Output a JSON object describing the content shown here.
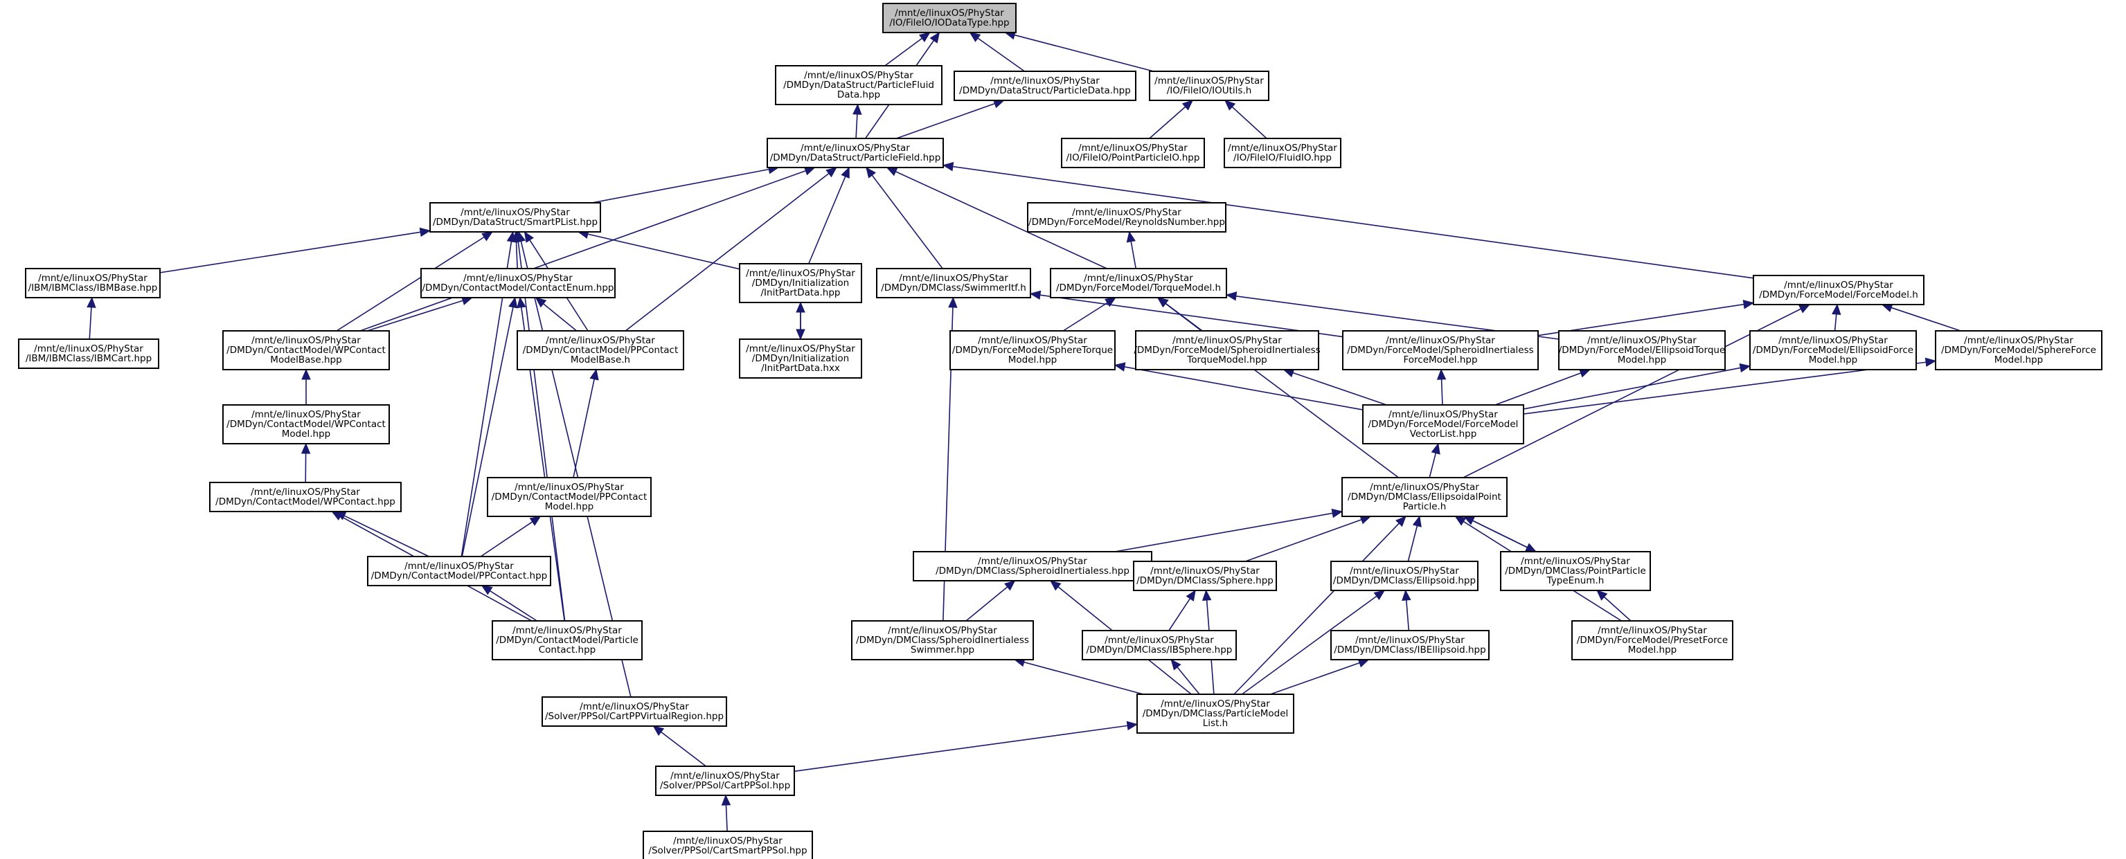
{
  "colors": {
    "edge": "#191970",
    "node_border": "#000000",
    "root_fill": "#bfbfbf",
    "node_fill": "#ffffff"
  },
  "nodes": [
    {
      "id": "iodatatype",
      "lines": [
        "/mnt/e/linuxOS/PhyStar",
        "/IO/FileIO/IODataType.hpp"
      ],
      "root": true
    },
    {
      "id": "particlefluiddata",
      "lines": [
        "/mnt/e/linuxOS/PhyStar",
        "/DMDyn/DataStruct/ParticleFluid",
        "Data.hpp"
      ]
    },
    {
      "id": "particledata",
      "lines": [
        "/mnt/e/linuxOS/PhyStar",
        "/DMDyn/DataStruct/ParticleData.hpp"
      ]
    },
    {
      "id": "ioutils",
      "lines": [
        "/mnt/e/linuxOS/PhyStar",
        "/IO/FileIO/IOUtils.h"
      ]
    },
    {
      "id": "particlefield",
      "lines": [
        "/mnt/e/linuxOS/PhyStar",
        "/DMDyn/DataStruct/ParticleField.hpp"
      ]
    },
    {
      "id": "pointparticleio",
      "lines": [
        "/mnt/e/linuxOS/PhyStar",
        "/IO/FileIO/PointParticleIO.hpp"
      ]
    },
    {
      "id": "fluidio",
      "lines": [
        "/mnt/e/linuxOS/PhyStar",
        "/IO/FileIO/FluidIO.hpp"
      ]
    },
    {
      "id": "smartplist",
      "lines": [
        "/mnt/e/linuxOS/PhyStar",
        "/DMDyn/DataStruct/SmartPList.hpp"
      ]
    },
    {
      "id": "reynoldsnumber",
      "lines": [
        "/mnt/e/linuxOS/PhyStar",
        "/DMDyn/ForceModel/ReynoldsNumber.hpp"
      ]
    },
    {
      "id": "ibmbase",
      "lines": [
        "/mnt/e/linuxOS/PhyStar",
        "/IBM/IBMClass/IBMBase.hpp"
      ]
    },
    {
      "id": "contactenum",
      "lines": [
        "/mnt/e/linuxOS/PhyStar",
        "/DMDyn/ContactModel/ContactEnum.hpp"
      ]
    },
    {
      "id": "initpartdata",
      "lines": [
        "/mnt/e/linuxOS/PhyStar",
        "/DMDyn/Initialization",
        "/InitPartData.hpp"
      ]
    },
    {
      "id": "swimmerif",
      "lines": [
        "/mnt/e/linuxOS/PhyStar",
        "/DMDyn/DMClass/SwimmerItf.h"
      ]
    },
    {
      "id": "torquemodel",
      "lines": [
        "/mnt/e/linuxOS/PhyStar",
        "/DMDyn/ForceModel/TorqueModel.h"
      ]
    },
    {
      "id": "forcemodel",
      "lines": [
        "/mnt/e/linuxOS/PhyStar",
        "/DMDyn/ForceModel/ForceModel.h"
      ]
    },
    {
      "id": "ibmcart",
      "lines": [
        "/mnt/e/linuxOS/PhyStar",
        "/IBM/IBMClass/IBMCart.hpp"
      ]
    },
    {
      "id": "wpcontactmodelbase",
      "lines": [
        "/mnt/e/linuxOS/PhyStar",
        "/DMDyn/ContactModel/WPContact",
        "ModelBase.hpp"
      ]
    },
    {
      "id": "ppcontactmodelbase",
      "lines": [
        "/mnt/e/linuxOS/PhyStar",
        "/DMDyn/ContactModel/PPContact",
        "ModelBase.h"
      ]
    },
    {
      "id": "initpartdatahxx",
      "lines": [
        "/mnt/e/linuxOS/PhyStar",
        "/DMDyn/Initialization",
        "/InitPartData.hxx"
      ]
    },
    {
      "id": "spheretorquemodel",
      "lines": [
        "/mnt/e/linuxOS/PhyStar",
        "/DMDyn/ForceModel/SphereTorque",
        "Model.hpp"
      ]
    },
    {
      "id": "spheroidinertialesstorque",
      "lines": [
        "/mnt/e/linuxOS/PhyStar",
        "/DMDyn/ForceModel/SpheroidInertialess",
        "TorqueModel.hpp"
      ]
    },
    {
      "id": "spheroidinertialessforce",
      "lines": [
        "/mnt/e/linuxOS/PhyStar",
        "/DMDyn/ForceModel/SpheroidInertialess",
        "ForceModel.hpp"
      ]
    },
    {
      "id": "ellipsoidtorquemodel",
      "lines": [
        "/mnt/e/linuxOS/PhyStar",
        "/DMDyn/ForceModel/EllipsoidTorque",
        "Model.hpp"
      ]
    },
    {
      "id": "ellipsoidforcemodel",
      "lines": [
        "/mnt/e/linuxOS/PhyStar",
        "/DMDyn/ForceModel/EllipsoidForce",
        "Model.hpp"
      ]
    },
    {
      "id": "sphereforcemodel",
      "lines": [
        "/mnt/e/linuxOS/PhyStar",
        "/DMDyn/ForceModel/SphereForce",
        "Model.hpp"
      ]
    },
    {
      "id": "wpcontactmodel",
      "lines": [
        "/mnt/e/linuxOS/PhyStar",
        "/DMDyn/ContactModel/WPContact",
        "Model.hpp"
      ]
    },
    {
      "id": "forcemodelvectorlist",
      "lines": [
        "/mnt/e/linuxOS/PhyStar",
        "/DMDyn/ForceModel/ForceModel",
        "VectorList.hpp"
      ]
    },
    {
      "id": "wpcontact",
      "lines": [
        "/mnt/e/linuxOS/PhyStar",
        "/DMDyn/ContactModel/WPContact.hpp"
      ]
    },
    {
      "id": "ppcontactmodel",
      "lines": [
        "/mnt/e/linuxOS/PhyStar",
        "/DMDyn/ContactModel/PPContact",
        "Model.hpp"
      ]
    },
    {
      "id": "ellipsoidalpointparticle",
      "lines": [
        "/mnt/e/linuxOS/PhyStar",
        "/DMDyn/DMClass/EllipsoidalPoint",
        "Particle.h"
      ]
    },
    {
      "id": "ppcontact",
      "lines": [
        "/mnt/e/linuxOS/PhyStar",
        "/DMDyn/ContactModel/PPContact.hpp"
      ]
    },
    {
      "id": "spheroidinertialess",
      "lines": [
        "/mnt/e/linuxOS/PhyStar",
        "/DMDyn/DMClass/SpheroidInertialess.hpp"
      ]
    },
    {
      "id": "sphere",
      "lines": [
        "/mnt/e/linuxOS/PhyStar",
        "/DMDyn/DMClass/Sphere.hpp"
      ]
    },
    {
      "id": "ellipsoid",
      "lines": [
        "/mnt/e/linuxOS/PhyStar",
        "/DMDyn/DMClass/Ellipsoid.hpp"
      ]
    },
    {
      "id": "pointparticletypeenum",
      "lines": [
        "/mnt/e/linuxOS/PhyStar",
        "/DMDyn/DMClass/PointParticle",
        "TypeEnum.h"
      ]
    },
    {
      "id": "particlecontact",
      "lines": [
        "/mnt/e/linuxOS/PhyStar",
        "/DMDyn/ContactModel/Particle",
        "Contact.hpp"
      ]
    },
    {
      "id": "spheroidinertialessswimmer",
      "lines": [
        "/mnt/e/linuxOS/PhyStar",
        "/DMDyn/DMClass/SpheroidInertialess",
        "Swimmer.hpp"
      ]
    },
    {
      "id": "ibsphere",
      "lines": [
        "/mnt/e/linuxOS/PhyStar",
        "/DMDyn/DMClass/IBSphere.hpp"
      ]
    },
    {
      "id": "ibellipsoid",
      "lines": [
        "/mnt/e/linuxOS/PhyStar",
        "/DMDyn/DMClass/IBEllipsoid.hpp"
      ]
    },
    {
      "id": "presetforcemodel",
      "lines": [
        "/mnt/e/linuxOS/PhyStar",
        "/DMDyn/ForceModel/PresetForce",
        "Model.hpp"
      ]
    },
    {
      "id": "cartppvirtualregion",
      "lines": [
        "/mnt/e/linuxOS/PhyStar",
        "/Solver/PPSol/CartPPVirtualRegion.hpp"
      ]
    },
    {
      "id": "particlemodellist",
      "lines": [
        "/mnt/e/linuxOS/PhyStar",
        "/DMDyn/DMClass/ParticleModel",
        "List.h"
      ]
    },
    {
      "id": "cartppsol",
      "lines": [
        "/mnt/e/linuxOS/PhyStar",
        "/Solver/PPSol/CartPPSol.hpp"
      ]
    },
    {
      "id": "cartsmartppsol",
      "lines": [
        "/mnt/e/linuxOS/PhyStar",
        "/Solver/PPSol/CartSmartPPSol.hpp"
      ]
    }
  ],
  "edges": [
    {
      "from": "particlefluiddata",
      "to": "iodatatype"
    },
    {
      "from": "particledata",
      "to": "iodatatype"
    },
    {
      "from": "ioutils",
      "to": "iodatatype"
    },
    {
      "from": "particlefield",
      "to": "iodatatype"
    },
    {
      "from": "particlefield",
      "to": "particlefluiddata"
    },
    {
      "from": "particlefield",
      "to": "particledata"
    },
    {
      "from": "pointparticleio",
      "to": "ioutils"
    },
    {
      "from": "fluidio",
      "to": "ioutils"
    },
    {
      "from": "smartplist",
      "to": "particlefield"
    },
    {
      "from": "wpcontactmodelbase",
      "to": "particlefield"
    },
    {
      "from": "ppcontactmodelbase",
      "to": "particlefield"
    },
    {
      "from": "initpartdata",
      "to": "particlefield"
    },
    {
      "from": "swimmerif",
      "to": "particlefield"
    },
    {
      "from": "torquemodel",
      "to": "particlefield"
    },
    {
      "from": "forcemodel",
      "to": "particlefield"
    },
    {
      "from": "ibmbase",
      "to": "smartplist"
    },
    {
      "from": "contactenum",
      "to": "smartplist"
    },
    {
      "from": "initpartdata",
      "to": "smartplist"
    },
    {
      "from": "wpcontactmodelbase",
      "to": "smartplist"
    },
    {
      "from": "ppcontactmodelbase",
      "to": "smartplist"
    },
    {
      "from": "ppcontact",
      "to": "smartplist"
    },
    {
      "from": "particlecontact",
      "to": "smartplist"
    },
    {
      "from": "cartppvirtualregion",
      "to": "smartplist"
    },
    {
      "from": "ibmcart",
      "to": "ibmbase"
    },
    {
      "from": "wpcontactmodelbase",
      "to": "contactenum"
    },
    {
      "from": "ppcontactmodelbase",
      "to": "contactenum"
    },
    {
      "from": "ppcontact",
      "to": "contactenum"
    },
    {
      "from": "particlecontact",
      "to": "contactenum"
    },
    {
      "from": "initpartdatahxx",
      "to": "initpartdata"
    },
    {
      "from": "initpartdata",
      "to": "initpartdatahxx"
    },
    {
      "from": "torquemodel",
      "to": "reynoldsnumber"
    },
    {
      "from": "spheroidinertialessswimmer",
      "to": "swimmerif"
    },
    {
      "from": "spheretorquemodel",
      "to": "torquemodel"
    },
    {
      "from": "spheroidinertialesstorque",
      "to": "torquemodel"
    },
    {
      "from": "ellipsoidtorquemodel",
      "to": "torquemodel"
    },
    {
      "from": "ellipsoidalpointparticle",
      "to": "torquemodel"
    },
    {
      "from": "spheroidinertialessforce",
      "to": "forcemodel"
    },
    {
      "from": "ellipsoidforcemodel",
      "to": "forcemodel"
    },
    {
      "from": "sphereforcemodel",
      "to": "forcemodel"
    },
    {
      "from": "ellipsoidalpointparticle",
      "to": "forcemodel"
    },
    {
      "from": "spheroidinertialessforce",
      "to": "swimmerif"
    },
    {
      "from": "wpcontactmodel",
      "to": "wpcontactmodelbase"
    },
    {
      "from": "wpcontact",
      "to": "wpcontactmodel"
    },
    {
      "from": "ppcontact",
      "to": "wpcontact"
    },
    {
      "from": "particlecontact",
      "to": "wpcontact"
    },
    {
      "from": "ppcontactmodel",
      "to": "ppcontactmodelbase"
    },
    {
      "from": "ppcontact",
      "to": "ppcontactmodel"
    },
    {
      "from": "particlecontact",
      "to": "ppcontact"
    },
    {
      "from": "forcemodelvectorlist",
      "to": "spheretorquemodel"
    },
    {
      "from": "forcemodelvectorlist",
      "to": "spheroidinertialesstorque"
    },
    {
      "from": "forcemodelvectorlist",
      "to": "spheroidinertialessforce"
    },
    {
      "from": "forcemodelvectorlist",
      "to": "ellipsoidtorquemodel"
    },
    {
      "from": "forcemodelvectorlist",
      "to": "ellipsoidforcemodel"
    },
    {
      "from": "forcemodelvectorlist",
      "to": "sphereforcemodel"
    },
    {
      "from": "ellipsoidalpointparticle",
      "to": "forcemodelvectorlist"
    },
    {
      "from": "spheroidinertialess",
      "to": "ellipsoidalpointparticle"
    },
    {
      "from": "sphere",
      "to": "ellipsoidalpointparticle"
    },
    {
      "from": "ellipsoid",
      "to": "ellipsoidalpointparticle"
    },
    {
      "from": "pointparticletypeenum",
      "to": "ellipsoidalpointparticle"
    },
    {
      "from": "ellipsoidalpointparticle",
      "to": "pointparticletypeenum"
    },
    {
      "from": "presetforcemodel",
      "to": "ellipsoidalpointparticle"
    },
    {
      "from": "particlemodellist",
      "to": "ellipsoidalpointparticle"
    },
    {
      "from": "presetforcemodel",
      "to": "pointparticletypeenum"
    },
    {
      "from": "spheroidinertialessswimmer",
      "to": "spheroidinertialess"
    },
    {
      "from": "particlemodellist",
      "to": "spheroidinertialess"
    },
    {
      "from": "ibsphere",
      "to": "sphere"
    },
    {
      "from": "particlemodellist",
      "to": "sphere"
    },
    {
      "from": "ibellipsoid",
      "to": "ellipsoid"
    },
    {
      "from": "particlemodellist",
      "to": "ellipsoid"
    },
    {
      "from": "particlemodellist",
      "to": "spheroidinertialessswimmer"
    },
    {
      "from": "particlemodellist",
      "to": "ibsphere"
    },
    {
      "from": "particlemodellist",
      "to": "ibellipsoid"
    },
    {
      "from": "cartppsol",
      "to": "cartppvirtualregion"
    },
    {
      "from": "cartppsol",
      "to": "particlemodellist"
    },
    {
      "from": "cartsmartppsol",
      "to": "cartppsol"
    }
  ]
}
